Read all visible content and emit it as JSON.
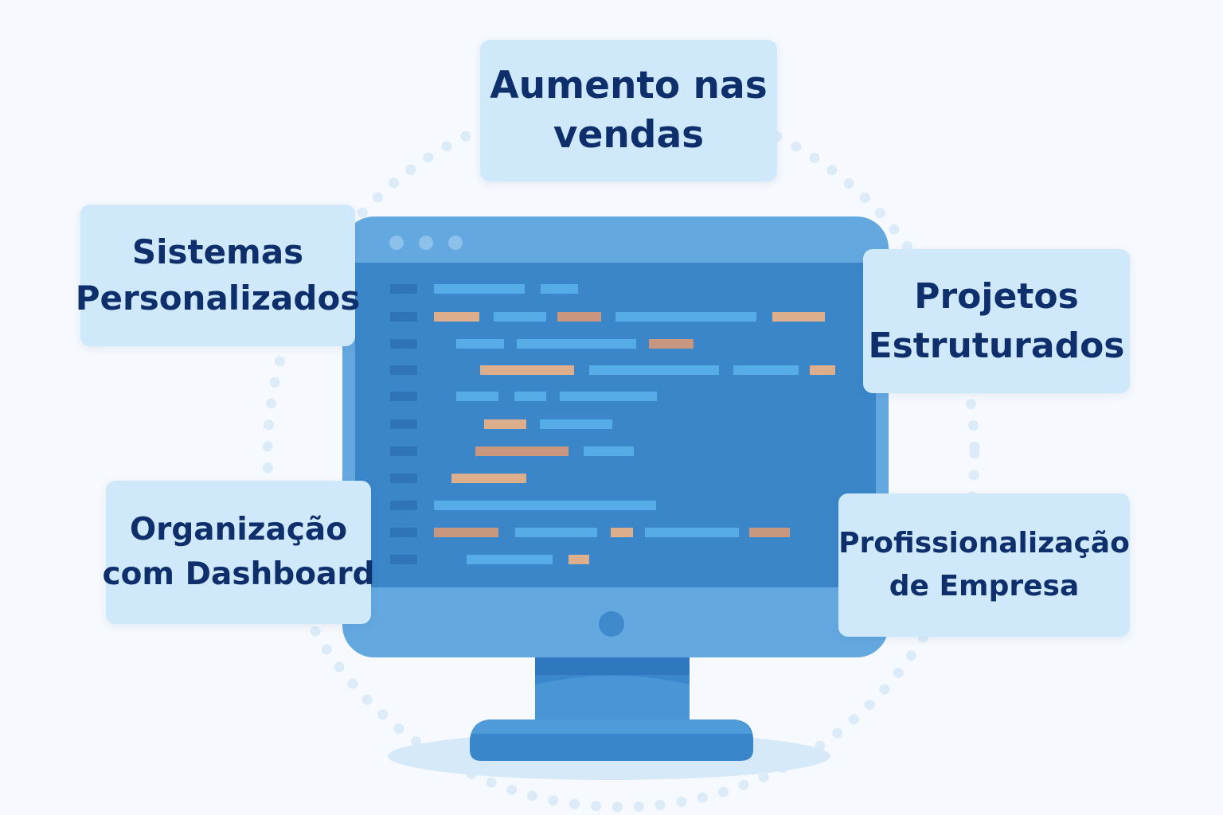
{
  "benefits": {
    "aumento": {
      "line1": "Aumento nas",
      "line2": "vendas"
    },
    "sistemas": {
      "line1": "Sistemas",
      "line2": "Personalizados"
    },
    "projetos": {
      "line1": "Projetos",
      "line2": "Estruturados"
    },
    "organizacao": {
      "line1": "Organização",
      "line2": "com Dashboard"
    },
    "profissionalizacao": {
      "line1": "Profissionalização",
      "line2": "de Empresa"
    }
  },
  "colors": {
    "background": "#f6f9fd",
    "card": "#cfe9fb",
    "text": "#0e2f6b",
    "monitor_frame": "#64a8e0",
    "screen": "#3a86c8",
    "code_blue": "#55ace6",
    "code_orange": "#dcae8c",
    "dots": "#dcebf8"
  },
  "icons": {
    "monitor": "desktop-monitor-icon",
    "code": "code-lines-icon"
  }
}
